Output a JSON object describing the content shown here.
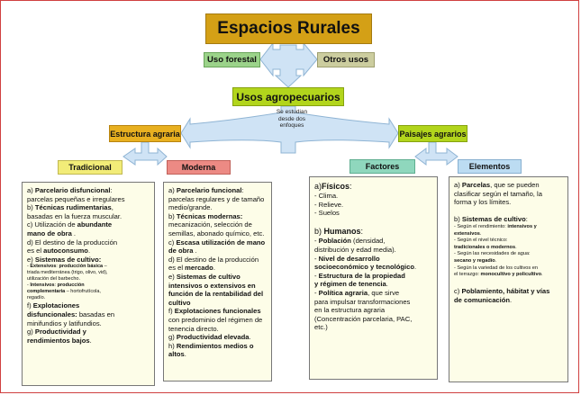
{
  "colors": {
    "title": "#d4a016",
    "uso_forestal": "#9bd38a",
    "otros_usos": "#cccd9f",
    "usos_agropecuarios": "#b2d51c",
    "estructura_agraria": "#e8b020",
    "paisajes_agrarios": "#b2d51c",
    "tradicional": "#f2ec78",
    "moderna": "#ec8a84",
    "factores": "#8fd7bd",
    "elementos": "#bcdcf2",
    "arrow": "#cfe3f5",
    "panel_bg": "#fdfde8",
    "frame": "#d04040"
  },
  "nodes": {
    "title": "Espacios Rurales",
    "uso_forestal": "Uso forestal",
    "otros_usos": "Otros usos",
    "usos_agropecuarios": "Usos agropecuarios",
    "center_note": [
      "Se estudian",
      "desde dos",
      "enfoques"
    ],
    "estructura_agraria": "Estructura agraria",
    "paisajes_agrarios": "Paisajes agrarios",
    "tradicional": "Tradicional",
    "moderna": "Moderna",
    "factores": "Factores",
    "elementos": "Elementos"
  },
  "panels": {
    "tradicional": [
      [
        {
          "t": "a) "
        },
        {
          "t": "Parcelario disfuncional",
          "b": true
        },
        {
          "t": ":"
        }
      ],
      [
        {
          "t": "parcelas pequeñas e irregulares"
        }
      ],
      [
        {
          "t": "b) "
        },
        {
          "t": "Técnicas rudimentarias",
          "b": true
        },
        {
          "t": ","
        }
      ],
      [
        {
          "t": "basadas en la fuerza muscular."
        }
      ],
      [
        {
          "t": "c) Utilización de "
        },
        {
          "t": "abundante",
          "b": true
        }
      ],
      [
        {
          "t": "mano de obra",
          "b": true
        },
        {
          "t": " ."
        }
      ],
      [
        {
          "t": "d) El destino de la producción"
        }
      ],
      [
        {
          "t": "es el "
        },
        {
          "t": "autoconsumo",
          "b": true
        },
        {
          "t": "."
        }
      ],
      [
        {
          "t": "e) "
        },
        {
          "t": "Sistemas de cultivo:",
          "b": true
        }
      ],
      {
        "cls": "sm",
        "runs": [
          {
            "t": "    - "
          },
          {
            "t": "Extensivos",
            "b": true
          },
          {
            "t": ": "
          },
          {
            "t": "producción básica",
            "b": true
          },
          {
            "t": " –"
          }
        ]
      },
      {
        "cls": "sm",
        "runs": [
          {
            "t": "triada mediterránea (trigo, olivo, vid),"
          }
        ]
      },
      {
        "cls": "sm",
        "runs": [
          {
            "t": "utilización del barbecho."
          }
        ]
      },
      {
        "cls": "sm",
        "runs": [
          {
            "t": "    - "
          },
          {
            "t": "Intensivos",
            "b": true
          },
          {
            "t": ": "
          },
          {
            "t": "producción",
            "b": true
          }
        ]
      },
      {
        "cls": "sm",
        "runs": [
          {
            "t": "complementaria",
            "b": true
          },
          {
            "t": " – hortofrutícola,"
          }
        ]
      },
      {
        "cls": "sm",
        "runs": [
          {
            "t": "regadío."
          }
        ]
      },
      [
        {
          "t": "f) "
        },
        {
          "t": "Explotaciones",
          "b": true
        }
      ],
      [
        {
          "t": "disfuncionales:",
          "b": true
        },
        {
          "t": " basadas en"
        }
      ],
      [
        {
          "t": "minifundios y latifundios."
        }
      ],
      [
        {
          "t": "g) "
        },
        {
          "t": "Productividad y",
          "b": true
        }
      ],
      [
        {
          "t": "rendimientos bajos",
          "b": true
        },
        {
          "t": "."
        }
      ]
    ],
    "moderna": [
      [
        {
          "t": "a) "
        },
        {
          "t": "Parcelario funcional",
          "b": true
        },
        {
          "t": ":"
        }
      ],
      [
        {
          "t": "parcelas regulares y de tamaño"
        }
      ],
      [
        {
          "t": "medio/grande."
        }
      ],
      [
        {
          "t": "b) "
        },
        {
          "t": "Técnicas modernas:",
          "b": true
        }
      ],
      [
        {
          "t": "mecanización, selección de"
        }
      ],
      [
        {
          "t": "semillas, abonado químico, etc."
        }
      ],
      [
        {
          "t": "c) "
        },
        {
          "t": "Escasa utilización de mano",
          "b": true
        }
      ],
      [
        {
          "t": "de obra",
          "b": true
        },
        {
          "t": " ."
        }
      ],
      [
        {
          "t": "d) El destino de la producción"
        }
      ],
      [
        {
          "t": "es el "
        },
        {
          "t": "mercado",
          "b": true
        },
        {
          "t": "."
        }
      ],
      [
        {
          "t": "e) "
        },
        {
          "t": "Sistemas de cultivo",
          "b": true
        }
      ],
      [
        {
          "t": "intensivos o extensivos en",
          "b": true
        }
      ],
      [
        {
          "t": "función de la rentabilidad del",
          "b": true
        }
      ],
      [
        {
          "t": "cultivo",
          "b": true
        }
      ],
      [
        {
          "t": "f) "
        },
        {
          "t": "Explotaciones funcionales",
          "b": true
        }
      ],
      [
        {
          "t": "con predominio del régimen de"
        }
      ],
      [
        {
          "t": "tenencia directo."
        }
      ],
      [
        {
          "t": "g) "
        },
        {
          "t": "Productividad elevada",
          "b": true
        },
        {
          "t": "."
        }
      ],
      [
        {
          "t": "h) "
        },
        {
          "t": "Rendimientos medios o",
          "b": true
        }
      ],
      [
        {
          "t": "altos",
          "b": true
        },
        {
          "t": "."
        }
      ]
    ],
    "factores": [
      {
        "cls": "hd",
        "runs": [
          {
            "t": "a)"
          },
          {
            "t": "Físicos",
            "b": true
          },
          {
            "t": ":"
          }
        ]
      },
      [
        {
          "t": "       - Clima."
        }
      ],
      [
        {
          "t": "       - Relieve."
        }
      ],
      [
        {
          "t": "       - Suelos"
        }
      ],
      {
        "cls": "gap"
      },
      {
        "cls": "hd",
        "runs": [
          {
            "t": "b) "
          },
          {
            "t": "Humanos",
            "b": true
          },
          {
            "t": ":"
          }
        ]
      },
      [
        {
          "t": "   - "
        },
        {
          "t": "Población",
          "b": true
        },
        {
          "t": " (densidad,"
        }
      ],
      [
        {
          "t": "distribución y edad media)."
        }
      ],
      [
        {
          "t": "      - "
        },
        {
          "t": "Nivel de desarrollo",
          "b": true
        }
      ],
      [
        {
          "t": "socioeconómico y tecnológico",
          "b": true
        },
        {
          "t": "."
        }
      ],
      [
        {
          "t": "      - "
        },
        {
          "t": "Estructura de la propiedad",
          "b": true
        }
      ],
      [
        {
          "t": "y régimen de tenencia",
          "b": true
        },
        {
          "t": "."
        }
      ],
      [
        {
          "t": "      - "
        },
        {
          "t": "Política agraria",
          "b": true
        },
        {
          "t": ", que sirve"
        }
      ],
      [
        {
          "t": "para impulsar transformaciones"
        }
      ],
      [
        {
          "t": "en la estructura agraria"
        }
      ],
      [
        {
          "t": "(Concentración parcelaria, PAC,"
        }
      ],
      [
        {
          "t": "etc.)"
        }
      ]
    ],
    "elementos": [
      [
        {
          "t": "a) "
        },
        {
          "t": "Parcelas",
          "b": true
        },
        {
          "t": ", que se pueden"
        }
      ],
      [
        {
          "t": "clasificar según el tamaño, la"
        }
      ],
      [
        {
          "t": "forma y los límites."
        }
      ],
      {
        "cls": "gap"
      },
      [
        {
          "t": "b) "
        },
        {
          "t": "Sistemas de cultivo",
          "b": true
        },
        {
          "t": ":"
        }
      ],
      {
        "cls": "sm2",
        "runs": [
          {
            "t": "     - Según el rendimiento: "
          },
          {
            "t": "intensivos y",
            "b": true
          }
        ]
      },
      {
        "cls": "sm2",
        "runs": [
          {
            "t": "extensivos",
            "b": true
          },
          {
            "t": "."
          }
        ]
      },
      {
        "cls": "sm2",
        "runs": [
          {
            "t": "     - Según el nivel técnico:"
          }
        ]
      },
      {
        "cls": "sm2",
        "runs": [
          {
            "t": "tradicionales o modernos",
            "b": true
          },
          {
            "t": "."
          }
        ]
      },
      {
        "cls": "sm2",
        "runs": [
          {
            "t": "     - Según las necesidades de agua:"
          }
        ]
      },
      {
        "cls": "sm2",
        "runs": [
          {
            "t": "secano y regadío",
            "b": true
          },
          {
            "t": "."
          }
        ]
      },
      {
        "cls": "sm2",
        "runs": [
          {
            "t": "     - Según la variedad de los cultivos en"
          }
        ]
      },
      {
        "cls": "sm2",
        "runs": [
          {
            "t": "el terrazgo: "
          },
          {
            "t": "monocultivo y policultivo",
            "b": true
          },
          {
            "t": "."
          }
        ]
      },
      {
        "cls": "gap"
      },
      [
        {
          "t": "c) "
        },
        {
          "t": "Poblamiento, hábitat y vías",
          "b": true
        }
      ],
      [
        {
          "t": "de comunicación",
          "b": true
        },
        {
          "t": "."
        }
      ]
    ]
  }
}
